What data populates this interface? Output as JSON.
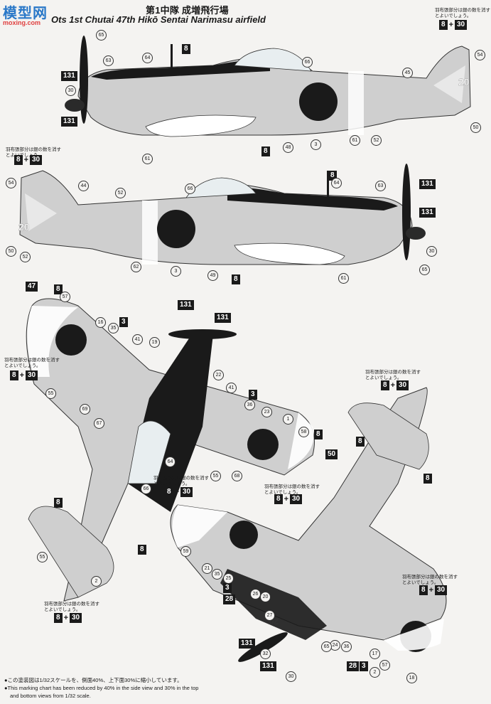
{
  "header": {
    "title_jp": "第1中隊 成増飛行場",
    "title_en": "Ots 1st Chutai 47th Hikō Sentai Narimasu airfield"
  },
  "watermark": {
    "logo": "模型网",
    "url": "moxing.com"
  },
  "note_text": "羽布張部分は銀の数を消すとよいでしょう。",
  "boxes": {
    "b131": "131",
    "b8": "8",
    "b3": "3",
    "b28": "28",
    "b47": "47",
    "b50": "50",
    "b30": "30"
  },
  "callouts": [
    "65",
    "63",
    "64",
    "66",
    "30",
    "61",
    "48",
    "3",
    "61",
    "52",
    "50",
    "45",
    "54",
    "62",
    "3",
    "49",
    "44",
    "52",
    "54",
    "50",
    "52",
    "66",
    "64",
    "63",
    "30",
    "65",
    "61",
    "16",
    "35",
    "41",
    "19",
    "55",
    "69",
    "67",
    "22",
    "41",
    "36",
    "23",
    "1",
    "58",
    "64",
    "55",
    "68",
    "66",
    "57",
    "55",
    "2",
    "59",
    "21",
    "35",
    "25",
    "26",
    "20",
    "27",
    "24",
    "36",
    "17",
    "57",
    "2",
    "18",
    "65",
    "32",
    "30"
  ],
  "footer": {
    "line1": "●この塗装図は1/32スケールを、側面40%、上下面30%に縮小しています。",
    "line2": "●This marking chart has been reduced by 40% in the side view and 30% in the top",
    "line3": "and bottom views from 1/32 scale."
  },
  "colors": {
    "paper": "#f4f3f1",
    "body_grey": "#c9c9c9",
    "dark": "#1a1a1a",
    "white": "#ffffff"
  }
}
